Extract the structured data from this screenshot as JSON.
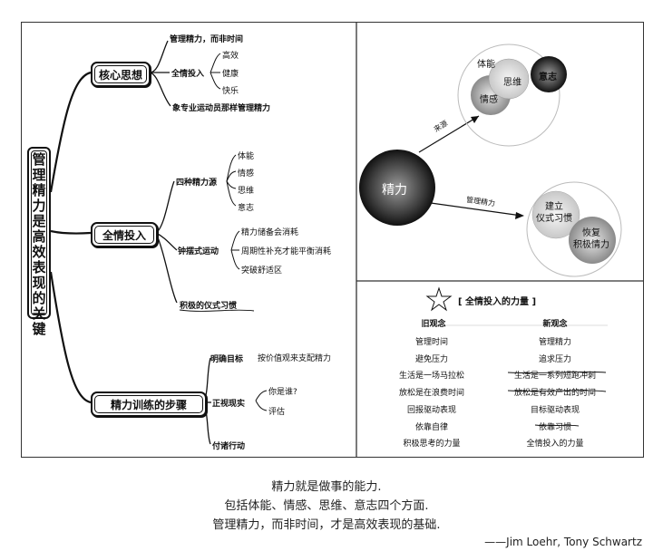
{
  "mindmap": {
    "title": "管理精力是高效表现的关键",
    "branches": [
      {
        "label": "核心思想",
        "items": [
          {
            "text": "管理精力，而非时间"
          },
          {
            "text": "全情投入",
            "children": [
              "高效",
              "健康",
              "快乐"
            ]
          },
          {
            "text": "象专业运动员那样管理精力"
          }
        ]
      },
      {
        "label": "全情投入",
        "items": [
          {
            "text": "四种精力源",
            "children": [
              "体能",
              "情感",
              "思维",
              "意志"
            ]
          },
          {
            "text": "钟摆式运动",
            "children": [
              "精力储备会消耗",
              "周期性补充才能平衡消耗",
              "突破舒适区"
            ]
          },
          {
            "text": "积极的仪式习惯"
          }
        ]
      },
      {
        "label": "精力训练的步骤",
        "items": [
          {
            "text": "明确目标",
            "note": "按价值观来支配精力"
          },
          {
            "text": "正视现实",
            "children": [
              "你是谁?",
              "评估"
            ]
          },
          {
            "text": "付诸行动"
          }
        ]
      }
    ]
  },
  "energy_diagram": {
    "center": "精力",
    "arrow_top": "来源",
    "arrow_bottom": "管理精力",
    "sources": [
      "体能",
      "思维",
      "意志",
      "情感"
    ],
    "build": "建立\n仪式习惯",
    "recover": "恢复\n积极情力"
  },
  "comparison": {
    "title": "[ 全情投入的力量 ]",
    "old_header": "旧观念",
    "new_header": "新观念",
    "old": [
      "管理时间",
      "避免压力",
      "生活是一场马拉松",
      "放松是在浪费时间",
      "回报驱动表现",
      "依靠自律",
      "积极思考的力量"
    ],
    "new": [
      "管理精力",
      "追求压力",
      "生活是一系列短跑冲刺",
      "放松是有效产出的时间",
      "目标驱动表现",
      "依靠习惯",
      "全情投入的力量"
    ]
  },
  "caption": {
    "lines": [
      "精力就是做事的能力.",
      "包括体能、情感、思维、意志四个方面.",
      "管理精力，而非时间，才是高效表现的基础."
    ],
    "author": "——Jim Loehr, Tony Schwartz"
  }
}
